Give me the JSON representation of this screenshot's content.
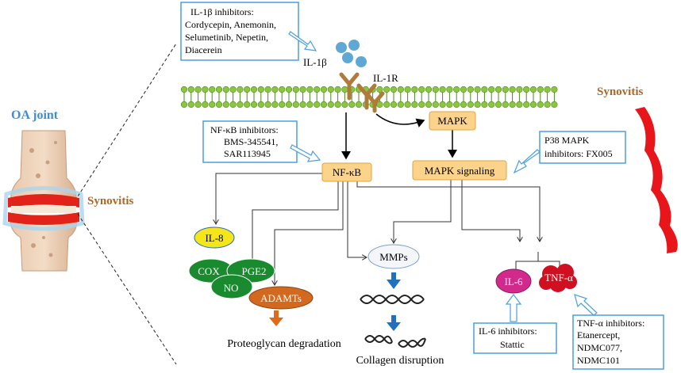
{
  "joint": {
    "title": "OA joint",
    "synovitis_label": "Synovitis"
  },
  "synovitis_right": {
    "label": "Synovitis"
  },
  "receptor": {
    "ligand_label": "IL-1β",
    "receptor_label": "IL-1R"
  },
  "inhibitor_boxes": {
    "il1b": [
      "IL-1β inhibitors:",
      "Cordycepin, Anemonin,",
      "Selumetinib, Nepetin,",
      "Diacerein"
    ],
    "nfkb": [
      "NF-κB inhibitors:",
      "BMS-345541,",
      "SAR113945"
    ],
    "p38": [
      "P38 MAPK",
      "inhibitors: FX005"
    ],
    "il6": [
      "IL-6 inhibitors:",
      "Stattic"
    ],
    "tnfa": [
      "TNF-α  inhibitors:",
      "Etanercept,",
      "NDMC077,",
      "NDMC101"
    ]
  },
  "nodes": {
    "nfkb": "NF-κB",
    "mapk": "MAPK",
    "mapk_signaling": "MAPK signaling",
    "il8": "IL-8",
    "cox": "COX",
    "pge2": "PGE2",
    "no": "NO",
    "adamts": "ADAMTs",
    "mmps": "MMPs",
    "il6": "IL-6",
    "tnfa": "TNF-α"
  },
  "outcomes": {
    "proteoglycan": "Proteoglycan degradation",
    "collagen": "Collagen disruption"
  },
  "colors": {
    "text_blue": "#3a8fd6",
    "synovitis_brown": "#b5651d",
    "synovitis_red": "#e8151b",
    "node_fill": "#fbd38a",
    "node_stroke": "#e0a640",
    "box_stroke": "#4a9fe0",
    "membrane_green": "#8cc63f",
    "membrane_dark": "#4a8a1c",
    "green_ellipse": "#1a8a2e",
    "adamts_fill": "#d2691e",
    "il8_fill": "#f5e61a",
    "il6_fill": "#d12a8c",
    "tnfa_fill": "#d01020",
    "mmps_fill": "#f4f6fa",
    "blue_arrow": "#1f70c1",
    "orange_arrow": "#e06a1a",
    "ligand_blue": "#5fa8d3",
    "receptor_brown": "#b07a3a"
  }
}
